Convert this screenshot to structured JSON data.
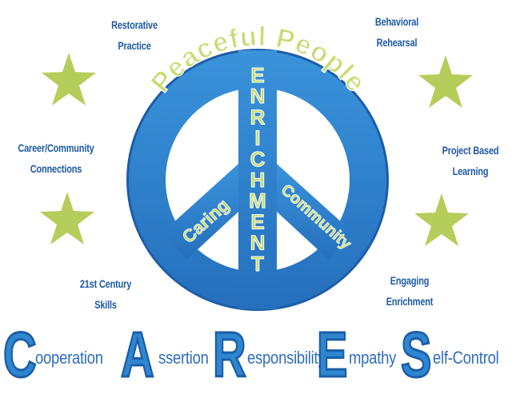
{
  "colors": {
    "peace_blue": "#2e86cf",
    "peace_dark": "#1c5da8",
    "label_blue": "#1f5aa6",
    "star_green": "#b5cd5a",
    "text_green": "#c6dc72"
  },
  "icons": {
    "peace": "peace-sign-icon",
    "star": "star-icon"
  },
  "center": {
    "arc_title": "Peaceful People",
    "vertical_word_letters": [
      "E",
      "N",
      "R",
      "I",
      "C",
      "H",
      "M",
      "E",
      "N",
      "T"
    ],
    "left_diagonal": "Caring",
    "right_diagonal": "Community"
  },
  "labels": {
    "restorative": [
      "Restorative",
      "Practice"
    ],
    "behavioral": [
      "Behavioral",
      "Rehearsal"
    ],
    "career": [
      "Career/Community",
      "Connections"
    ],
    "project": [
      "Project Based",
      "Learning"
    ],
    "century": [
      "21st Century",
      "Skills"
    ],
    "engaging": [
      "Engaging",
      "Enrichment"
    ]
  },
  "cares": [
    {
      "letter": "C",
      "rest": "ooperation"
    },
    {
      "letter": "A",
      "rest": "ssertion"
    },
    {
      "letter": "R",
      "rest": "esponsibility"
    },
    {
      "letter": "E",
      "rest": "mpathy"
    },
    {
      "letter": "S",
      "rest": "elf-Control"
    }
  ]
}
